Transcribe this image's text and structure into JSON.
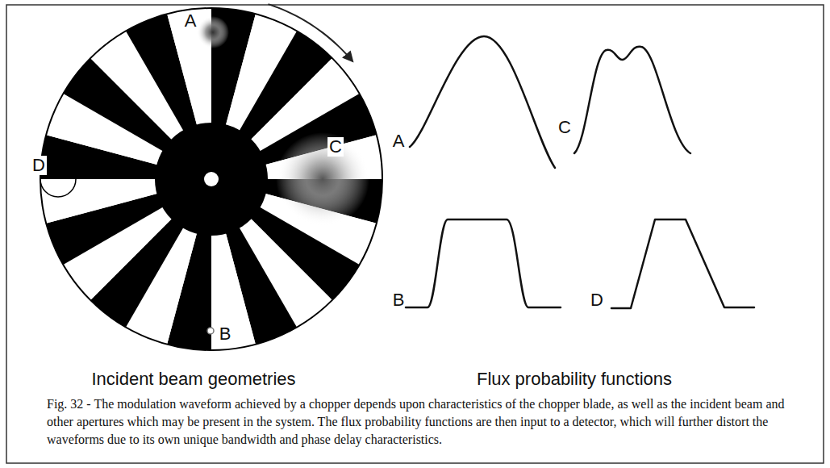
{
  "diagram": {
    "caption": "Fig. 32 - The modulation waveform achieved by a chopper depends upon characteristics of the chopper blade, as well as the incident beam and other apertures which may be present in the system. The flux probability functions are then input to a detector, which will further distort the waveforms due to its own unique bandwidth and phase delay characteristics.",
    "labels": [
      "A",
      "C",
      "D",
      "B",
      "Incident beam geometries",
      "Flux probability functions",
      "A",
      "C",
      "B",
      "D"
    ]
  }
}
